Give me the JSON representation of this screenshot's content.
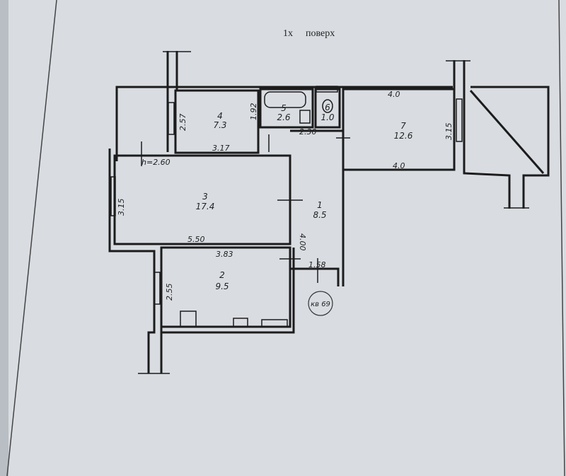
{
  "header": {
    "floor_number": "1х",
    "floor_label": "поверх"
  },
  "ceiling_height": "h=2.60",
  "apartment_badge": "кв 69",
  "rooms": [
    {
      "number": "1",
      "area": "8.5"
    },
    {
      "number": "2",
      "area": "9.5"
    },
    {
      "number": "3",
      "area": "17.4"
    },
    {
      "number": "4",
      "area": "7.3"
    },
    {
      "number": "5",
      "area": "2.6"
    },
    {
      "number": "6",
      "area": "1.0"
    },
    {
      "number": "7",
      "area": "12.6"
    }
  ],
  "dimensions": {
    "room4_side": "2.57",
    "room4_bottom": "3.17",
    "room4_right": "1.92",
    "room3_side": "3.15",
    "room3_bottom": "5.50",
    "hall_side": "4.00",
    "hall_top": "2.30",
    "hall_bottom": "1.58",
    "room2_top": "3.83",
    "room2_side": "2.55",
    "room7_top": "4.0",
    "room7_bottom": "4.0",
    "room7_side": "3.15"
  }
}
